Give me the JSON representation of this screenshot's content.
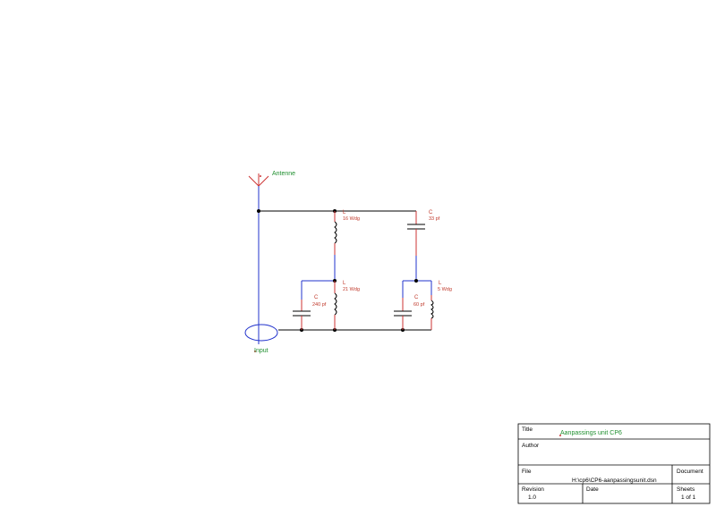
{
  "schematic": {
    "net_labels": {
      "antenna": "Antenne",
      "input": "Input"
    },
    "components": [
      {
        "id": "L1",
        "type": "inductor",
        "ref": "L",
        "value": "16 Wdg"
      },
      {
        "id": "L2",
        "type": "inductor",
        "ref": "L",
        "value": "21 Wdg"
      },
      {
        "id": "C1",
        "type": "capacitor",
        "ref": "C",
        "value": "240 pf"
      },
      {
        "id": "C2",
        "type": "capacitor",
        "ref": "C",
        "value": "33 pf"
      },
      {
        "id": "C3",
        "type": "capacitor",
        "ref": "C",
        "value": "60 pf"
      },
      {
        "id": "L3",
        "type": "inductor",
        "ref": "L",
        "value": "5 Wdg"
      }
    ],
    "colors": {
      "wire": "#000000",
      "bus_wire": "#2233cc",
      "pin": "#cc3333",
      "label_component": "#c0392b",
      "label_net": "#1f8f2f"
    }
  },
  "title_block": {
    "title_label": "Title",
    "title_value": "Aanpassings unit CP6",
    "author_label": "Author",
    "author_value": "",
    "file_label": "File",
    "file_value": "H:\\cp6\\CP6-aanpassingsunit.dsn",
    "document_label": "Document",
    "revision_label": "Revision",
    "revision_value": "1.0",
    "date_label": "Date",
    "date_value": "",
    "sheets_label": "Sheets",
    "sheets_value": "1 of 1"
  }
}
